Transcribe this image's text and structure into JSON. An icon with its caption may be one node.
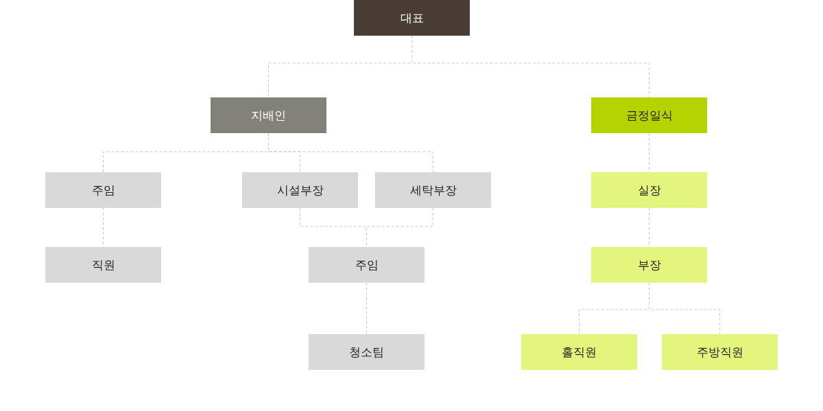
{
  "diagram": {
    "nodes": [
      {
        "text": [
          "대표"
        ]
      },
      {
        "text": [
          "지배인"
        ]
      },
      {
        "text": [
          "금정일식"
        ]
      },
      {
        "text": [
          "주임"
        ]
      },
      {
        "text": [
          "시설부장"
        ]
      },
      {
        "text": [
          "세탁부장"
        ]
      },
      {
        "text": [
          "실장"
        ]
      },
      {
        "text": [
          "직원"
        ]
      },
      {
        "text": [
          "주임"
        ]
      },
      {
        "text": [
          "부장"
        ]
      },
      {
        "text": [
          "청소팀"
        ]
      },
      {
        "text": [
          "홀직원"
        ]
      },
      {
        "text": [
          "주방직원"
        ]
      }
    ],
    "edges": [
      {
        "from": 0,
        "to": 1,
        "arrow": "none",
        "style": "dashed"
      },
      {
        "from": 0,
        "to": 2,
        "arrow": "none",
        "style": "dashed"
      },
      {
        "from": 1,
        "to": 3,
        "arrow": "none",
        "style": "dashed"
      },
      {
        "from": 1,
        "to": 4,
        "arrow": "none",
        "style": "dashed"
      },
      {
        "from": 1,
        "to": 5,
        "arrow": "none",
        "style": "dashed"
      },
      {
        "from": 3,
        "to": 7,
        "arrow": "none",
        "style": "dashed"
      },
      {
        "from": 4,
        "to": 8,
        "arrow": "none",
        "style": "dashed"
      },
      {
        "from": 5,
        "to": 8,
        "arrow": "none",
        "style": "dashed"
      },
      {
        "from": 8,
        "to": 10,
        "arrow": "none",
        "style": "dashed"
      },
      {
        "from": 2,
        "to": 6,
        "arrow": "none",
        "style": "dashed"
      },
      {
        "from": 6,
        "to": 9,
        "arrow": "none",
        "style": "dashed"
      },
      {
        "from": 9,
        "to": 11,
        "arrow": "none",
        "style": "dashed"
      },
      {
        "from": 9,
        "to": 12,
        "arrow": "none",
        "style": "dashed"
      }
    ]
  }
}
